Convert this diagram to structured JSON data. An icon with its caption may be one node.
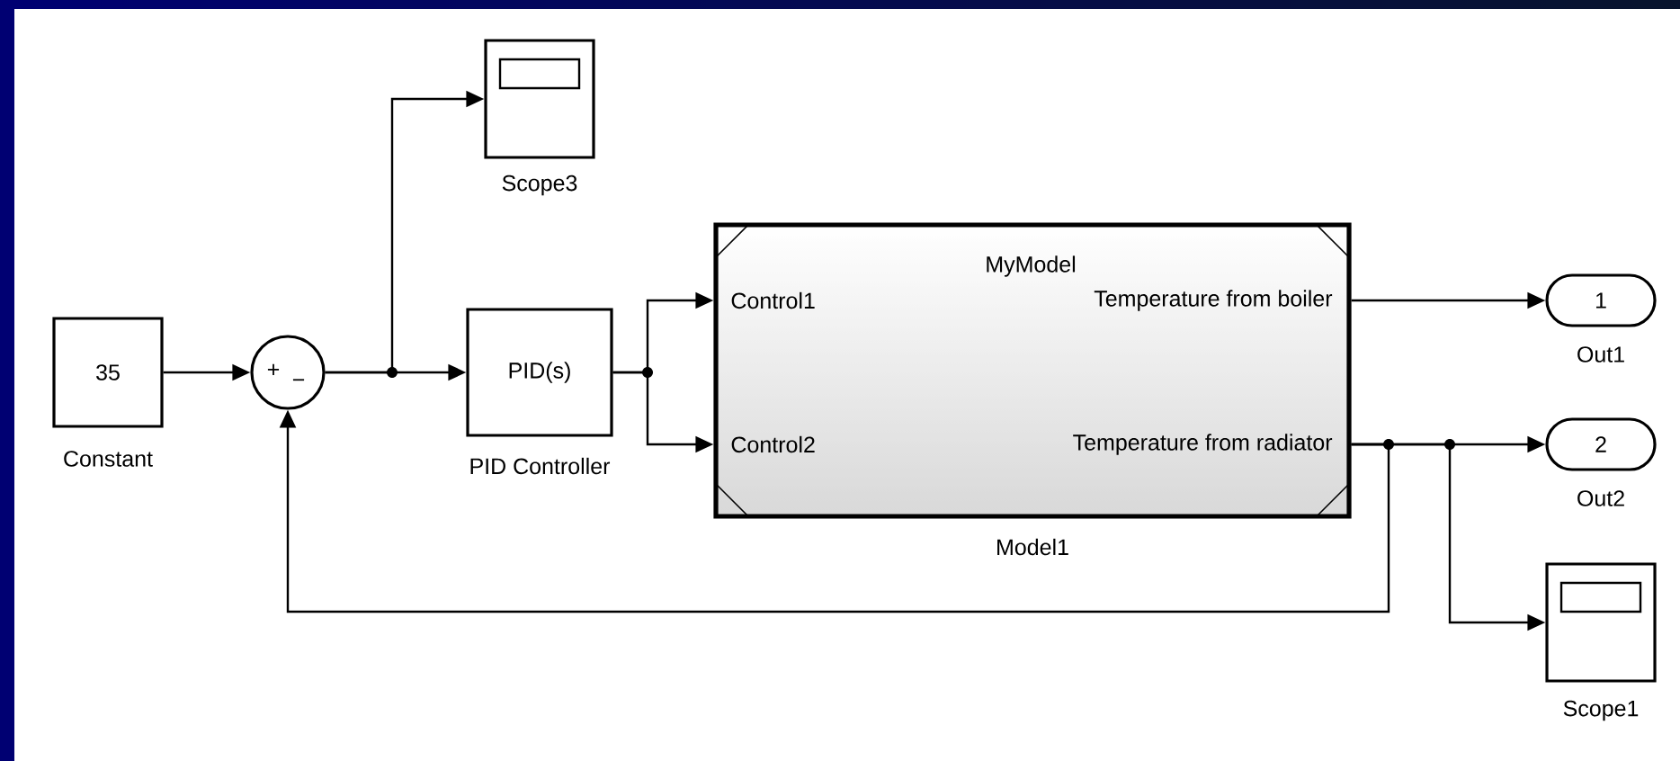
{
  "diagram": {
    "nodes": [
      {
        "text": [
          "35"
        ],
        "beside": [
          "Constant"
        ]
      },
      {
        "text": [
          "+",
          "−"
        ]
      },
      {
        "text": [],
        "shape": "box",
        "beside": [
          "Scope3"
        ]
      },
      {
        "text": [
          "PID(s)"
        ],
        "beside": [
          "PID Controller"
        ]
      },
      {
        "text": [
          "MyModel",
          "Control1",
          "Control2",
          "Temperature from boiler",
          "Temperature from radiator"
        ],
        "beside": [
          "Model1"
        ]
      },
      {
        "text": [
          "1"
        ],
        "beside": [
          "Out1"
        ]
      },
      {
        "text": [
          "2"
        ],
        "beside": [
          "Out2"
        ]
      },
      {
        "text": [],
        "shape": "box",
        "beside": [
          "Scope1"
        ]
      }
    ],
    "edges": [
      {
        "from": 0,
        "to": 1,
        "arrow": "to"
      },
      {
        "from": 1,
        "to": 3,
        "arrow": "to"
      },
      {
        "from": 1,
        "to": 2,
        "arrow": "to"
      },
      {
        "from": 3,
        "to": 4,
        "arrow": "to"
      },
      {
        "from": 3,
        "to": 4,
        "arrow": "to"
      },
      {
        "from": 4,
        "to": 5,
        "arrow": "to"
      },
      {
        "from": 4,
        "to": 6,
        "arrow": "to"
      },
      {
        "from": 4,
        "to": 7,
        "arrow": "to"
      },
      {
        "from": 4,
        "to": 1,
        "arrow": "to"
      }
    ]
  }
}
